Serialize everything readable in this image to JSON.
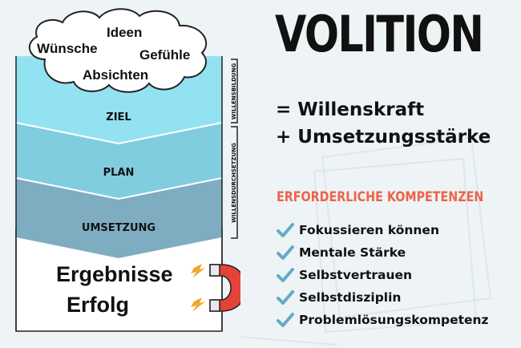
{
  "title": "VOLITION",
  "equation": {
    "line1": "= Willenskraft",
    "line2": "+ Umsetzungsstärke"
  },
  "cloud_words": [
    "Wünsche",
    "Ideen",
    "Gefühle",
    "Absichten"
  ],
  "stages": [
    "ZIEL",
    "PLAN",
    "UMSETZUNG"
  ],
  "phase_brackets": [
    "WILLENSBILDUNG",
    "WILLENSDURCHSETZUNG"
  ],
  "outcomes": [
    "Ergebnisse",
    "Erfolg"
  ],
  "competencies": {
    "heading": "ERFORDERLICHE KOMPETENZEN",
    "items": [
      "Fokussieren können",
      "Mentale Stärke",
      "Selbstvertrauen",
      "Selbstdisziplin",
      "Problemlösungskompetenz"
    ]
  },
  "colors": {
    "ziel": "#93e2f1",
    "plan": "#80cde0",
    "umsetzung": "#7eadc2",
    "accent": "#ec6448",
    "check": "#64a9c9",
    "magnet": "#e4433a",
    "lightning": "#f1a72c"
  },
  "icons": [
    "cloud-icon",
    "magnet-icon",
    "lightning-icon",
    "checkmark-icon"
  ]
}
